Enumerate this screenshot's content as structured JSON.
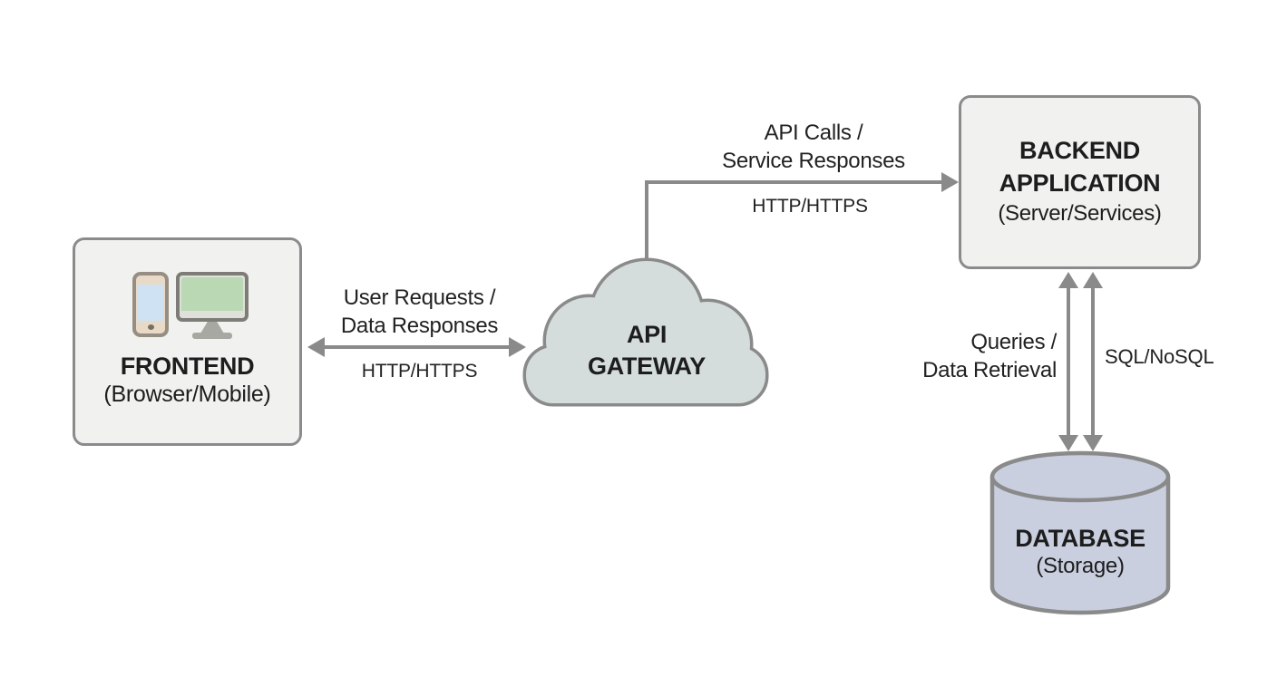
{
  "diagram_type": "system-architecture-flow",
  "nodes": {
    "frontend": {
      "title": "FRONTEND",
      "subtitle": "(Browser/Mobile)"
    },
    "gateway": {
      "title_line1": "API",
      "title_line2": "GATEWAY"
    },
    "backend": {
      "title_line1": "BACKEND",
      "title_line2": "APPLICATION",
      "subtitle": "(Server/Services)"
    },
    "database": {
      "title": "DATABASE",
      "subtitle": "(Storage)"
    }
  },
  "edges": {
    "frontend_gateway": {
      "label_line1": "User Requests /",
      "label_line2": "Data Responses",
      "protocol": "HTTP/HTTPS",
      "direction": "bidirectional"
    },
    "gateway_backend": {
      "label_line1": "API Calls /",
      "label_line2": "Service Responses",
      "protocol": "HTTP/HTTPS",
      "direction": "to-backend"
    },
    "backend_database": {
      "label_line1": "Queries /",
      "label_line2": "Data Retrieval",
      "protocol": "SQL/NoSQL",
      "direction": "bidirectional-double"
    }
  },
  "icons": [
    {
      "name": "smartphone-icon",
      "location": "frontend-node"
    },
    {
      "name": "desktop-monitor-icon",
      "location": "frontend-node"
    },
    {
      "name": "cloud-shape",
      "location": "api-gateway-node"
    },
    {
      "name": "database-cylinder-shape",
      "location": "database-node"
    }
  ],
  "colors": {
    "background": "#ffffff",
    "node_fill": "#f1f1ef",
    "node_border": "#8b8b8b",
    "cloud_fill": "#d5dcdc",
    "database_fill": "#c9cfdf",
    "arrow": "#8a8a8a",
    "text": "#1f1f1f",
    "phone_screen": "#cfe2f3",
    "phone_body": "#e8dac6",
    "monitor_screen": "#b9d8b3"
  }
}
